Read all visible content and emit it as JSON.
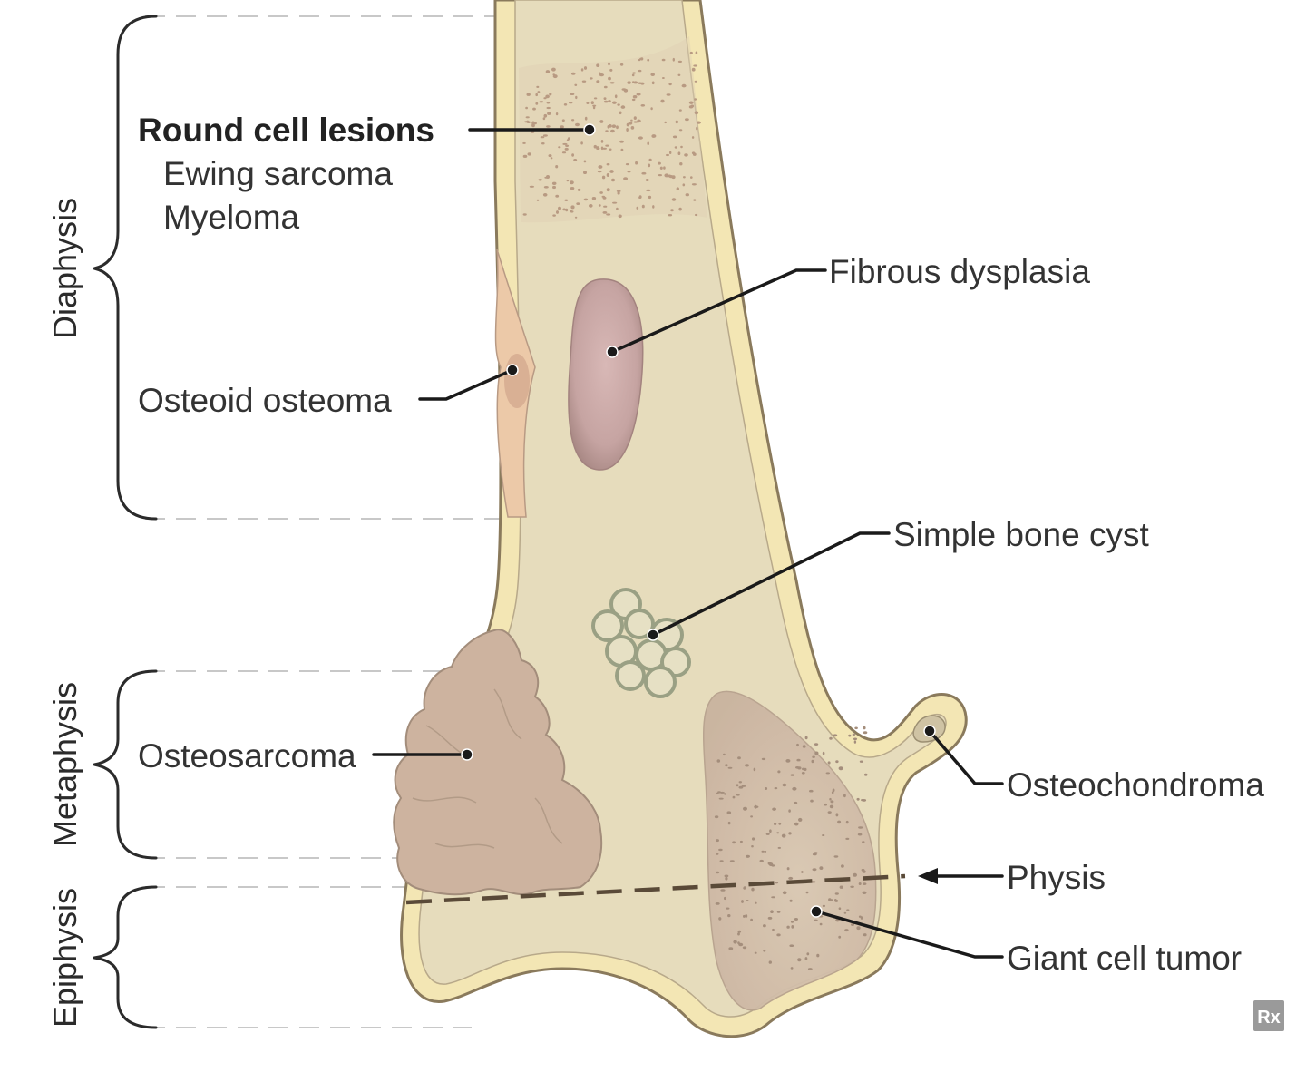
{
  "regions": {
    "diaphysis": "Diaphysis",
    "metaphysis": "Metaphysis",
    "epiphysis": "Epiphysis"
  },
  "labels": {
    "round_cell_title": "Round cell lesions",
    "ewing": "Ewing sarcoma",
    "myeloma": "Myeloma",
    "osteoid_osteoma": "Osteoid osteoma",
    "fibrous_dysplasia": "Fibrous dysplasia",
    "simple_bone_cyst": "Simple bone cyst",
    "osteosarcoma": "Osteosarcoma",
    "osteochondroma": "Osteochondroma",
    "physis": "Physis",
    "giant_cell_tumor": "Giant cell tumor"
  },
  "logo": "Rx",
  "colors": {
    "bone_fill": "#e6dcbc",
    "cortex": "#f3e6b4",
    "outline": "#8a7a5c",
    "lesion_pink": "#c4a2a0",
    "osteosarcoma": "#cdb39f",
    "giant_cell": "#d3c2ae",
    "physis_line": "#5a4a38"
  }
}
